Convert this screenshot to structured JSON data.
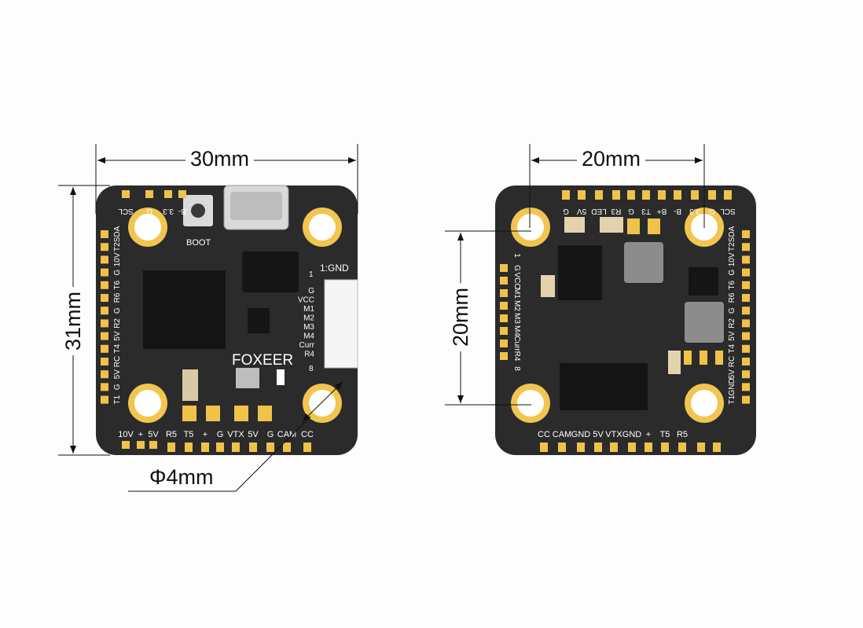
{
  "dimensions": {
    "width_label": "30mm",
    "height_label": "31mm",
    "mount_h_label": "20mm",
    "mount_v_label": "20mm",
    "hole_label": "Φ4mm"
  },
  "board_front": {
    "brand": "FOXEER",
    "boot_label": "BOOT",
    "connector_label": "1:GND",
    "connector_pins": [
      "G",
      "VCC",
      "M1",
      "M2",
      "M3",
      "M4",
      "Curr",
      "R4"
    ],
    "pin_start": "1",
    "pin_end": "8",
    "left_pads": [
      "SDA",
      "T2",
      "10V",
      "G",
      "T6",
      "R6",
      "G",
      "R2",
      "5V",
      "T4",
      "RC",
      "5V",
      "G",
      "T1"
    ],
    "top_pads": [
      "SCL",
      "G",
      "3.3",
      "B-"
    ],
    "bottom_pads": [
      "10V",
      "+",
      "5V",
      "R5",
      "T5",
      "+",
      "G",
      "VTX",
      "5V",
      "G",
      "CAM",
      "CC"
    ]
  },
  "board_back": {
    "top_pads": [
      "G",
      "5V",
      "LED",
      "R3",
      "G",
      "T3",
      "B+",
      "B-",
      "3.3",
      "G",
      "SCL"
    ],
    "right_pads": [
      "SDA",
      "T2",
      "10V",
      "G",
      "T6",
      "R6",
      "G",
      "R2",
      "5V",
      "T4",
      "RC",
      "5V",
      "GND",
      "T1"
    ],
    "left_pins": [
      "1",
      "G",
      "VCC",
      "M1",
      "M2",
      "M3",
      "M4",
      "Curr",
      "R4",
      "8"
    ],
    "bottom_pads": [
      "CC",
      "CAM",
      "GND",
      "5V",
      "VTX",
      "GND",
      "+",
      "T5",
      "R5"
    ]
  },
  "colors": {
    "board": "#2a2a2a",
    "pad_gold": "#f0c24a",
    "hole_ring": "#f2c550",
    "hole_center": "#ffffff",
    "silkscreen": "#ffffff",
    "line": "#111111"
  }
}
